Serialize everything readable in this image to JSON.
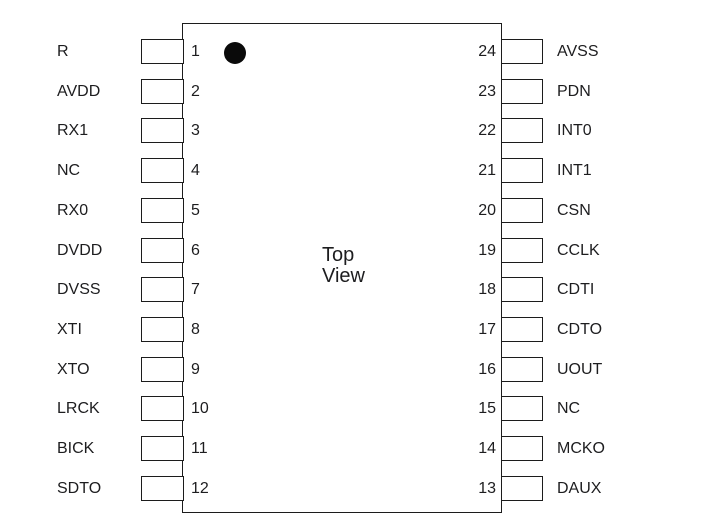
{
  "diagram": {
    "type": "ic-pinout",
    "view_label": {
      "line1": "Top",
      "line2": "View"
    },
    "pin_count": 24,
    "colors": {
      "background": "#ffffff",
      "line": "#1c1c1c",
      "text": "#1d1d1f",
      "pin1_dot": "#0a0a0a"
    },
    "rows": [
      {
        "left_label": "R",
        "left_pin": "1",
        "right_pin": "24",
        "right_label": "AVSS"
      },
      {
        "left_label": "AVDD",
        "left_pin": "2",
        "right_pin": "23",
        "right_label": "PDN"
      },
      {
        "left_label": "RX1",
        "left_pin": "3",
        "right_pin": "22",
        "right_label": "INT0"
      },
      {
        "left_label": "NC",
        "left_pin": "4",
        "right_pin": "21",
        "right_label": "INT1"
      },
      {
        "left_label": "RX0",
        "left_pin": "5",
        "right_pin": "20",
        "right_label": "CSN"
      },
      {
        "left_label": "DVDD",
        "left_pin": "6",
        "right_pin": "19",
        "right_label": "CCLK"
      },
      {
        "left_label": "DVSS",
        "left_pin": "7",
        "right_pin": "18",
        "right_label": "CDTI"
      },
      {
        "left_label": "XTI",
        "left_pin": "8",
        "right_pin": "17",
        "right_label": "CDTO"
      },
      {
        "left_label": "XTO",
        "left_pin": "9",
        "right_pin": "16",
        "right_label": "UOUT"
      },
      {
        "left_label": "LRCK",
        "left_pin": "10",
        "right_pin": "15",
        "right_label": "NC"
      },
      {
        "left_label": "BICK",
        "left_pin": "11",
        "right_pin": "14",
        "right_label": "MCKO"
      },
      {
        "left_label": "SDTO",
        "left_pin": "12",
        "right_pin": "13",
        "right_label": "DAUX"
      }
    ]
  }
}
